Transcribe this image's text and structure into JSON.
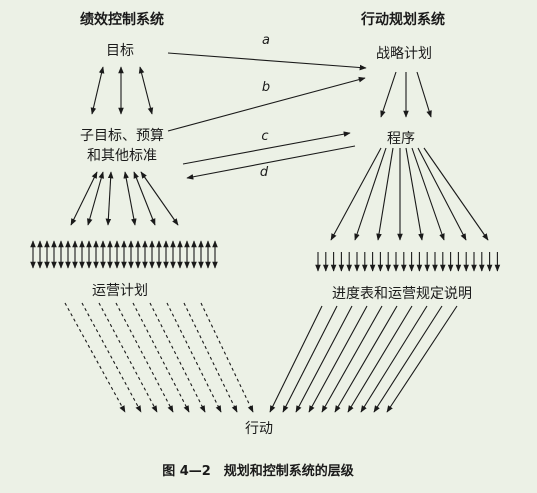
{
  "control_system": {
    "title": "绩效控制系统",
    "goals": "目标",
    "sub_goals_line1": "子目标、预算",
    "sub_goals_line2": "和其他标准",
    "operating_plan": "运营计划"
  },
  "planning_system": {
    "title": "行动规划系统",
    "strategic_plan": "战略计划",
    "procedures": "程序",
    "schedules": "进度表和运营规定说明"
  },
  "action": "行动",
  "edge_labels": {
    "a": "a",
    "b": "b",
    "c": "c",
    "d": "d"
  },
  "caption": "图 4—2　规划和控制系统的层级",
  "colors": {
    "background": "#ecf1e6",
    "ink": "#1a1a1a"
  }
}
